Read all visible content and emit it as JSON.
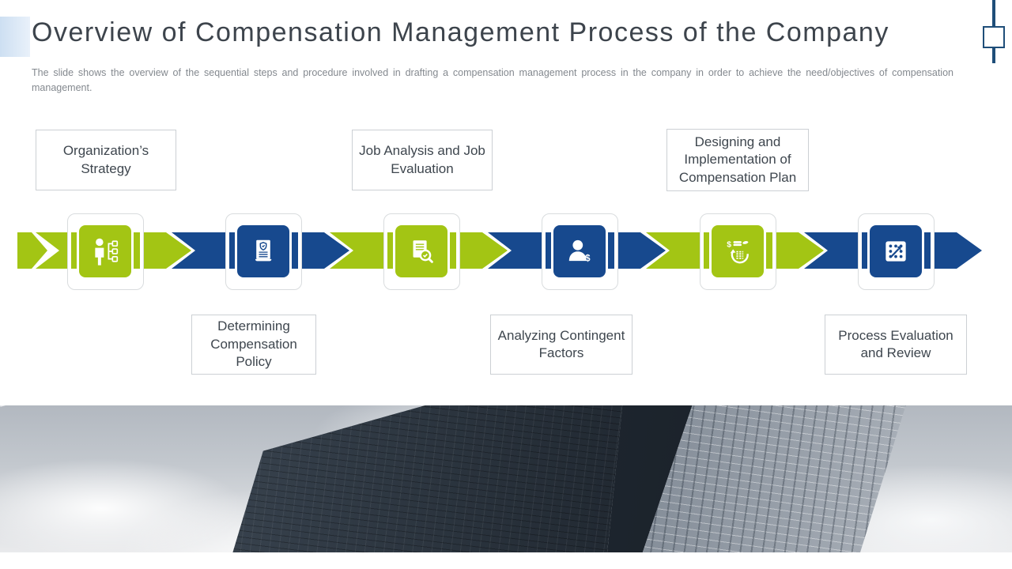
{
  "slide": {
    "title": "Overview of Compensation Management Process of the Company",
    "description": "The slide shows the overview of the sequential steps and procedure involved in drafting a compensation management process in the company in order to achieve the need/objectives of compensation management.",
    "steps": [
      {
        "label": "Organization’s Strategy",
        "icon": "person-hierarchy-icon",
        "color": "#a3c514",
        "label_position": "top"
      },
      {
        "label": "Determining Compensation Policy",
        "icon": "policy-scroll-icon",
        "color": "#17498e",
        "label_position": "bottom"
      },
      {
        "label": "Job Analysis and Job Evaluation",
        "icon": "document-magnifier-icon",
        "color": "#a3c514",
        "label_position": "top"
      },
      {
        "label": "Analyzing Contingent Factors",
        "icon": "person-dollar-icon",
        "color": "#17498e",
        "label_position": "bottom"
      },
      {
        "label": "Designing and Implementation of Compensation Plan",
        "icon": "money-hand-cycle-icon",
        "color": "#a3c514",
        "label_position": "top"
      },
      {
        "label": "Process Evaluation and Review",
        "icon": "dotted-plan-arrow-icon",
        "color": "#17498e",
        "label_position": "bottom"
      }
    ],
    "colors": {
      "green": "#a3c514",
      "blue": "#17498e",
      "accent_bar": "#1f4e79",
      "title_text": "#3d444c",
      "description_text": "#84898f"
    }
  }
}
